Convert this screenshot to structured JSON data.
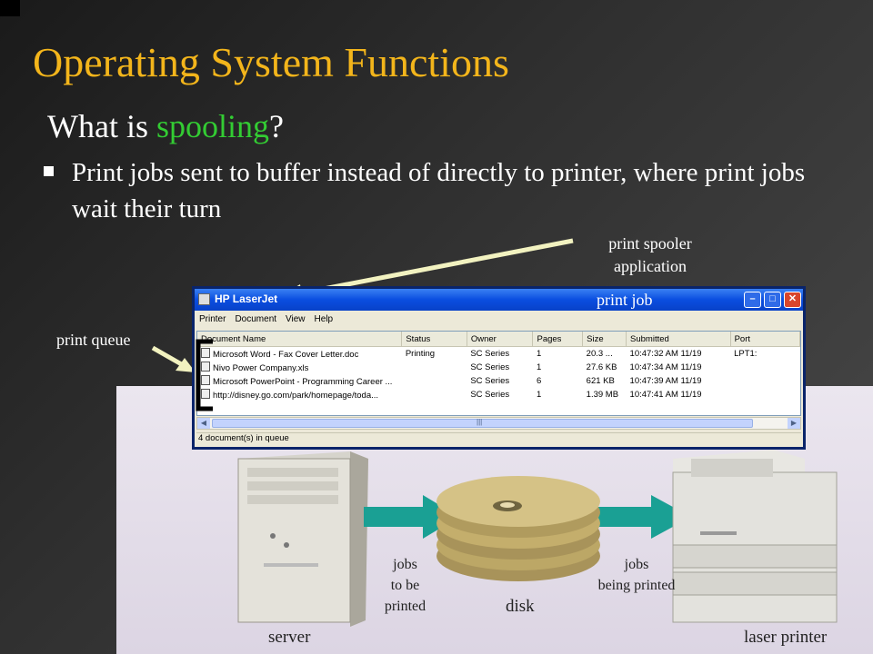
{
  "slide": {
    "title": "Operating System Functions",
    "subtitle_prefix": "What is ",
    "subtitle_highlight": "spooling",
    "subtitle_suffix": "?",
    "bullet": "Print jobs sent to buffer instead of directly to printer, where print jobs wait their turn",
    "colors": {
      "title": "#f3b51b",
      "highlight": "#33cc33",
      "text": "#ffffff"
    }
  },
  "callouts": {
    "spooler_line1": "print spooler",
    "spooler_line2": "application",
    "print_job": "print job",
    "print_queue": "print queue"
  },
  "diagram": {
    "jobs_to_line1": "jobs",
    "jobs_to_line2": "to be",
    "jobs_to_line3": "printed",
    "jobs_being_line1": "jobs",
    "jobs_being_line2": "being printed",
    "disk": "disk",
    "server": "server",
    "laser_printer": "laser printer"
  },
  "window": {
    "title": "HP LaserJet",
    "menu": [
      "Printer",
      "Document",
      "View",
      "Help"
    ],
    "columns": [
      "Document Name",
      "Status",
      "Owner",
      "Pages",
      "Size",
      "Submitted",
      "Port"
    ],
    "rows": [
      [
        "Microsoft Word - Fax Cover Letter.doc",
        "Printing",
        "SC Series",
        "1",
        "20.3 ...",
        "10:47:32 AM  11/19",
        "LPT1:"
      ],
      [
        "Nivo Power Company.xls",
        "",
        "SC Series",
        "1",
        "27.6 KB",
        "10:47:34 AM  11/19",
        ""
      ],
      [
        "Microsoft PowerPoint - Programming Career ...",
        "",
        "SC Series",
        "6",
        "621 KB",
        "10:47:39 AM  11/19",
        ""
      ],
      [
        "http://disney.go.com/park/homepage/toda...",
        "",
        "SC Series",
        "1",
        "1.39 MB",
        "10:47:41 AM  11/19",
        ""
      ]
    ],
    "status": "4 document(s) in queue",
    "scroll_thumb_glyph": "|||"
  }
}
